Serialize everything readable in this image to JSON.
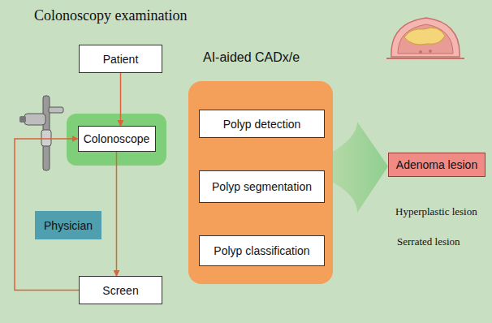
{
  "diagram": {
    "title": "Colonoscopy examination",
    "nodes": [
      {
        "text": [
          "Patient"
        ]
      },
      {
        "text": [
          "Colonoscope"
        ]
      },
      {
        "text": [
          "Physician"
        ]
      },
      {
        "text": [
          "Screen"
        ]
      },
      {
        "text": [
          "AI-aided CADx/e"
        ]
      },
      {
        "text": [
          "Polyp detection"
        ],
        "in": 4
      },
      {
        "text": [
          "Polyp segmentation"
        ],
        "in": 4
      },
      {
        "text": [
          "Polyp classification"
        ],
        "in": 4
      },
      {
        "text": [
          "Adenoma lesion"
        ]
      }
    ],
    "edges": [
      {
        "from": 0,
        "to": 1,
        "arrow": "to"
      },
      {
        "from": 1,
        "to": 3,
        "arrow": "to"
      },
      {
        "from": 3,
        "to": 1,
        "arrow": "to"
      }
    ],
    "labels": [
      "Hyperplastic lesion",
      "Serrated lesion"
    ]
  }
}
